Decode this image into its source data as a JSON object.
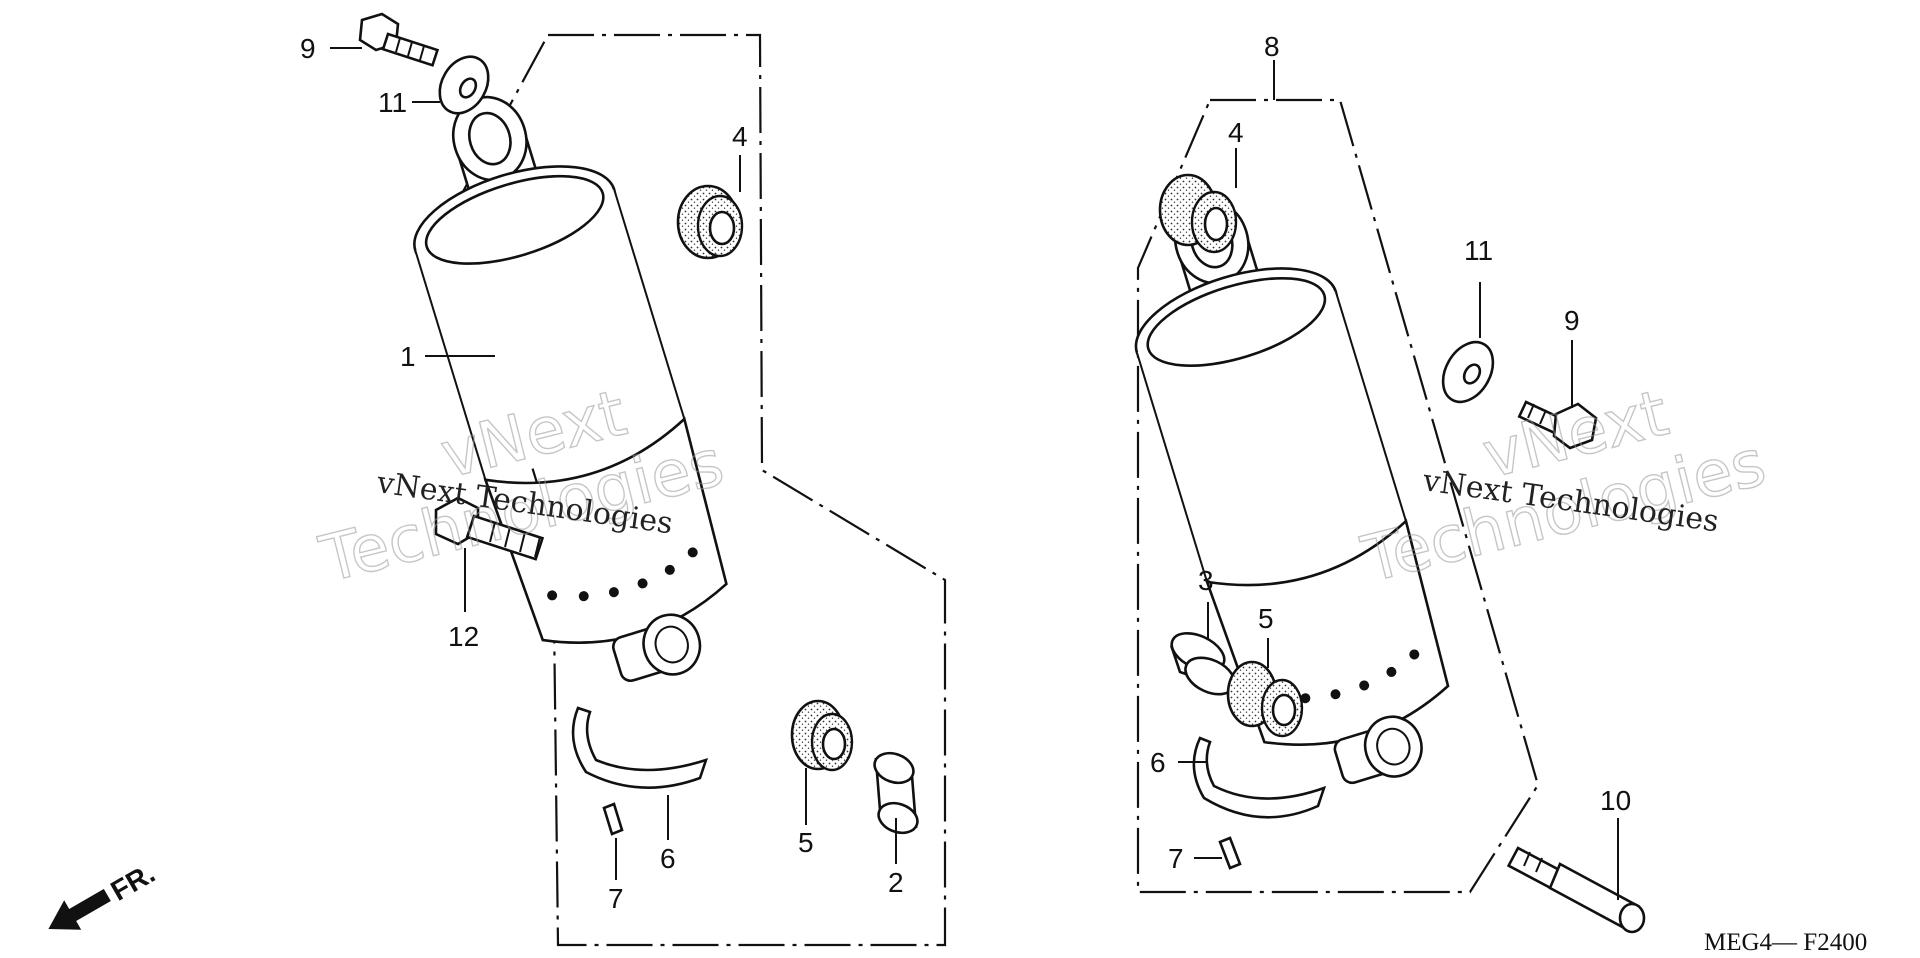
{
  "diagram": {
    "code": "MEG4— F2400",
    "direction": "FR.",
    "watermark": {
      "small": "vNext Technologies",
      "big_line1": "vNext",
      "big_line2": "Technologies"
    },
    "left_callouts": [
      "9",
      "11",
      "4",
      "1",
      "12",
      "6",
      "7",
      "5",
      "2"
    ],
    "right_callouts": [
      "8",
      "4",
      "11",
      "9",
      "3",
      "5",
      "6",
      "7",
      "10"
    ]
  }
}
